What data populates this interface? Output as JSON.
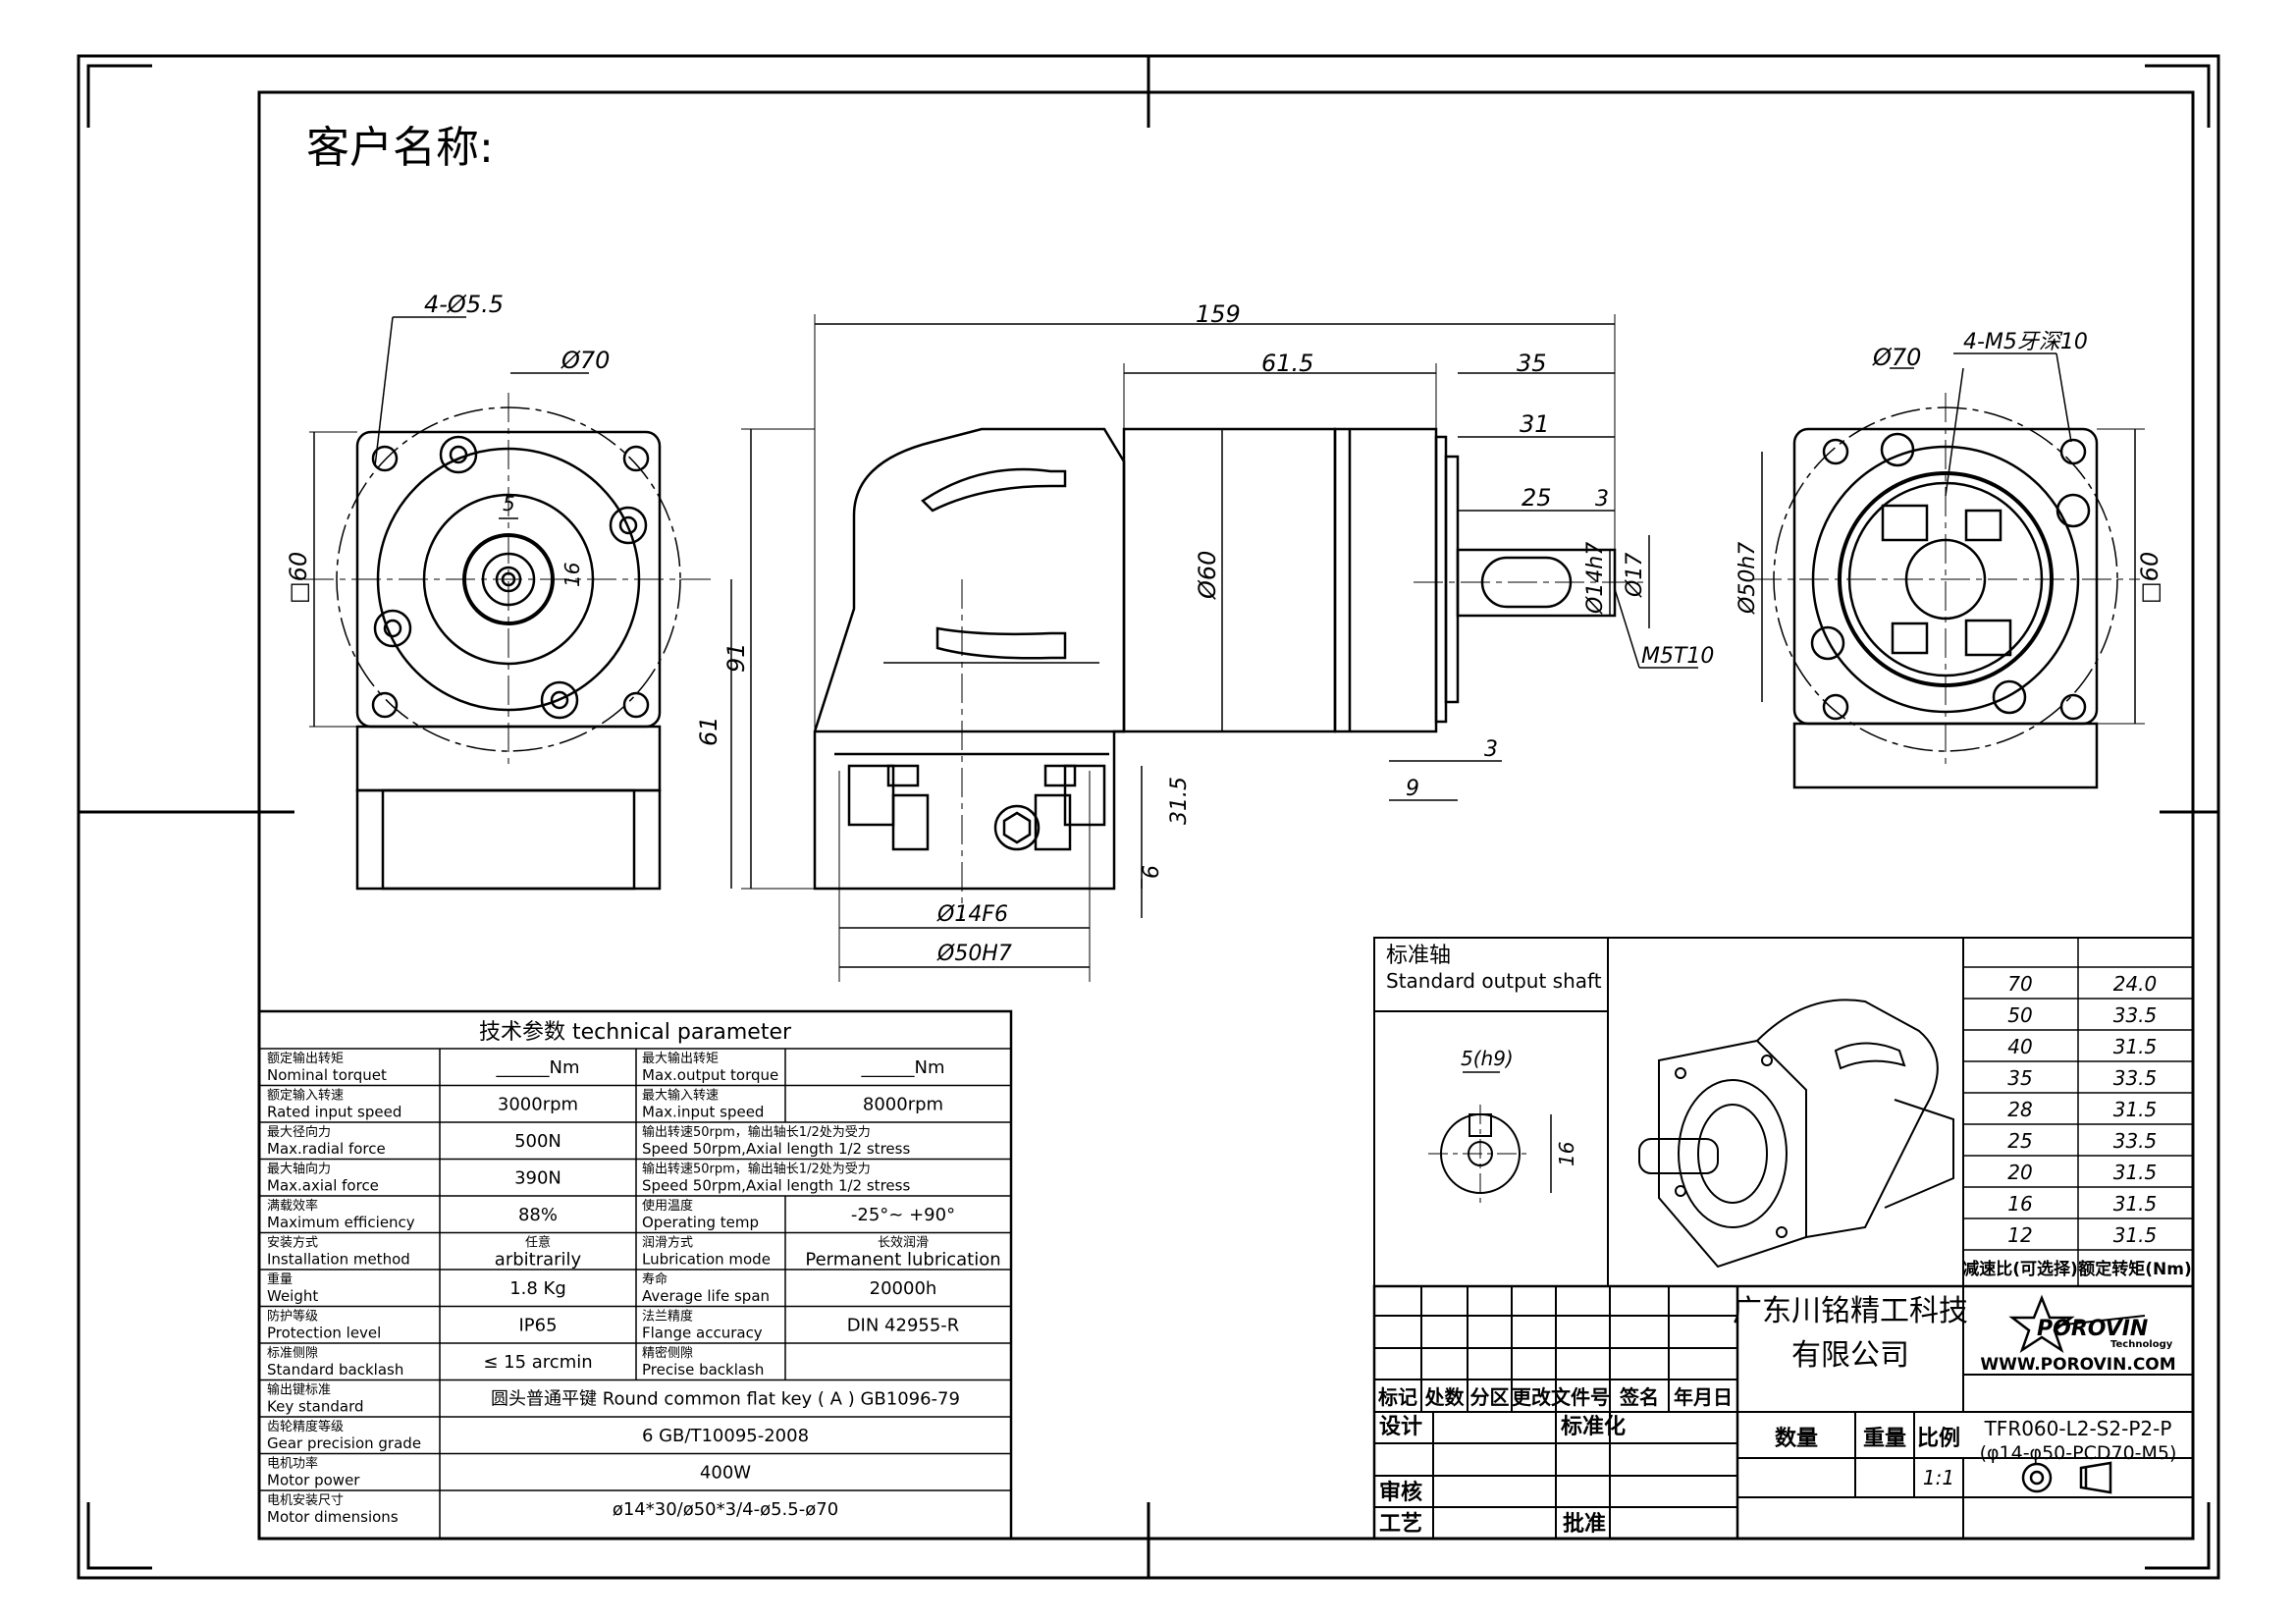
{
  "customer_label": "客户名称:",
  "views": {
    "front": {
      "dims": {
        "holes": "4-Ø5.5",
        "pcd": "Ø70",
        "square": "□60",
        "key_w": "5",
        "key_h": "16"
      }
    },
    "side": {
      "dims": {
        "overall": "159",
        "body": "61.5",
        "shaft_len": "35",
        "shaft_31": "31",
        "key_len": "25",
        "key_off": "3",
        "height_91": "91",
        "height_61": "61",
        "dia_60": "Ø60",
        "shaft_d": "Ø14h7",
        "shaft_17": "Ø17",
        "spigot": "Ø50h7",
        "thread": "M5T10",
        "flange_3": "3",
        "flange_9": "9",
        "base_315": "31.5",
        "base_6": "6",
        "in_bore": "Ø14F6",
        "in_spigot": "Ø50H7"
      }
    },
    "rear": {
      "dims": {
        "pcd": "Ø70",
        "threads": "4-M5牙深10",
        "square": "□60"
      }
    }
  },
  "tech_table": {
    "title": "技术参数  technical parameter",
    "rows": [
      {
        "l_cn": "额定输出转矩",
        "l_en": "Nominal torquet",
        "l_val": "______Nm",
        "r_cn": "最大输出转矩",
        "r_en": "Max.output torque",
        "r_val": "______Nm"
      },
      {
        "l_cn": "额定输入转速",
        "l_en": "Rated input speed",
        "l_val": "3000rpm",
        "r_cn": "最大输入转速",
        "r_en": "Max.input speed",
        "r_val": "8000rpm"
      },
      {
        "l_cn": "最大径向力",
        "l_en": "Max.radial force",
        "l_val": "500N",
        "r_cn": "输出转速50rpm，输出轴长1/2处为受力",
        "r_en": "Speed 50rpm,Axial length 1/2 stress",
        "r_val": ""
      },
      {
        "l_cn": "最大轴向力",
        "l_en": "Max.axial force",
        "l_val": "390N",
        "r_cn": "输出转速50rpm，输出轴长1/2处为受力",
        "r_en": "Speed 50rpm,Axial length 1/2 stress",
        "r_val": ""
      },
      {
        "l_cn": "满载效率",
        "l_en": "Maximum efficiency",
        "l_val": "88%",
        "r_cn": "使用温度",
        "r_en": "Operating temp",
        "r_val": "-25°~ +90°"
      },
      {
        "l_cn": "安装方式",
        "l_en": "Installation method",
        "l_val_small": "任意",
        "l_val": "arbitrarily",
        "r_cn": "润滑方式",
        "r_en": "Lubrication mode",
        "r_val_small": "长效润滑",
        "r_val": "Permanent lubrication"
      },
      {
        "l_cn": "重量",
        "l_en": "Weight",
        "l_val": "1.8 Kg",
        "r_cn": "寿命",
        "r_en": "Average life span",
        "r_val": "20000h"
      },
      {
        "l_cn": "防护等级",
        "l_en": "Protection level",
        "l_val": "IP65",
        "r_cn": "法兰精度",
        "r_en": "Flange accuracy",
        "r_val": "DIN 42955-R"
      },
      {
        "l_cn": "标准侧隙",
        "l_en": "Standard backlash",
        "l_val": "≤ 15 arcmin",
        "r_cn": "精密侧隙",
        "r_en": "Precise backlash",
        "r_val": ""
      }
    ],
    "wide_rows": [
      {
        "cn": "输出键标准",
        "en": "Key standard",
        "val": "圆头普通平键 Round common flat key ( A ) GB1096-79"
      },
      {
        "cn": "齿轮精度等级",
        "en": "Gear precision grade",
        "val": "6 GB/T10095-2008"
      },
      {
        "cn": "电机功率",
        "en": "Motor power",
        "val": "400W"
      },
      {
        "cn": "电机安装尺寸",
        "en": "Motor dimensions",
        "val": "ø14*30/ø50*3/4-ø5.5-ø70"
      }
    ]
  },
  "shaft_box": {
    "title_cn": "标准轴",
    "title_en": "Standard output shaft",
    "key_dim": "5(h9)",
    "height_dim": "16"
  },
  "ratio_table": {
    "rows": [
      [
        "70",
        "24.0"
      ],
      [
        "50",
        "33.5"
      ],
      [
        "40",
        "31.5"
      ],
      [
        "35",
        "33.5"
      ],
      [
        "28",
        "31.5"
      ],
      [
        "25",
        "33.5"
      ],
      [
        "20",
        "31.5"
      ],
      [
        "16",
        "31.5"
      ],
      [
        "12",
        "31.5"
      ]
    ],
    "head_ratio": "减速比(可选择)",
    "head_torque": "额定转矩(Nm)"
  },
  "title_block": {
    "company_l1": "广东川铭精工科技",
    "company_l2": "有限公司",
    "logo_text": "POROVIN",
    "logo_sub": "Technology",
    "website": "WWW.POROVIN.COM",
    "model_l1": "TFR060-L2-S2-P2-P",
    "model_l2": "(φ14-φ50-PCD70-M5)",
    "header": [
      "标记",
      "处数",
      "分区",
      "更改文件号",
      "签名",
      "年月日"
    ],
    "design": "设计",
    "standard": "标准化",
    "check": "审核",
    "process": "工艺",
    "approve": "批准",
    "qty": "数量",
    "weight": "重量",
    "scale_label": "比例",
    "scale": "1:1"
  }
}
